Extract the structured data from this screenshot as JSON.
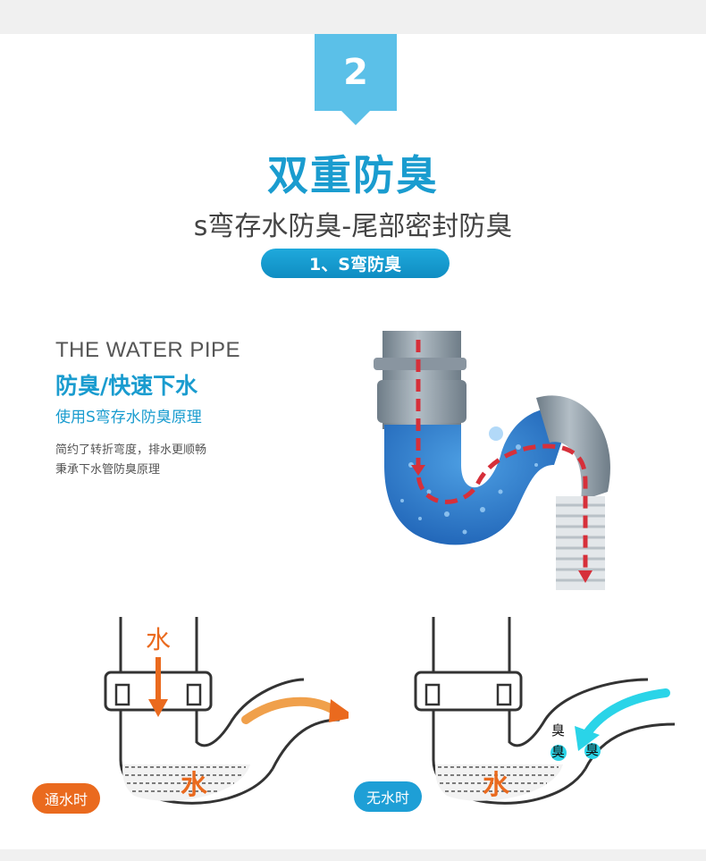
{
  "step": {
    "number": "2"
  },
  "title": "双重防臭",
  "subtitle": "s弯存水防臭-尾部密封防臭",
  "pill_label": "1、S弯防臭",
  "info": {
    "heading": "THE WATER PIPE",
    "subheading": "防臭/快速下水",
    "description": "使用S弯存水防臭原理",
    "notes": [
      "简约了转折弯度，排水更顺畅",
      "秉承下水管防臭原理"
    ]
  },
  "diagram_flow": {
    "water_label": "水",
    "pool_label": "水",
    "badge": "通水时"
  },
  "diagram_noflow": {
    "pool_label": "水",
    "smell_labels": [
      "臭",
      "臭",
      "臭"
    ],
    "badge": "无水时"
  },
  "colors": {
    "accent_blue": "#1a9ccf",
    "badge_blue": "#5bc0e8",
    "orange": "#ea6a1e",
    "cyan": "#2ad4e8",
    "red_arrow": "#d6303a",
    "pipe_gray": "#8d9aa5"
  }
}
